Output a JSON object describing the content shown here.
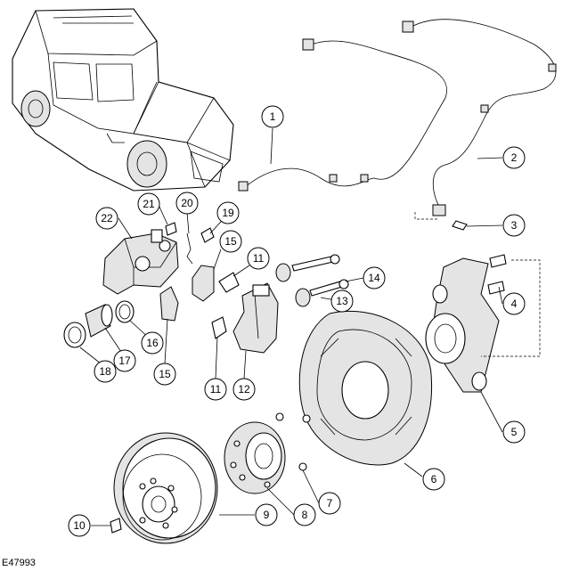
{
  "figure_id": "E47993",
  "callouts": {
    "c1": "1",
    "c2": "2",
    "c3": "3",
    "c4": "4",
    "c5": "5",
    "c6": "6",
    "c7": "7",
    "c8": "8",
    "c9": "9",
    "c10": "10",
    "c11a": "11",
    "c11b": "11",
    "c12": "12",
    "c13": "13",
    "c14": "14",
    "c15a": "15",
    "c15b": "15",
    "c16": "16",
    "c17": "17",
    "c18": "18",
    "c19": "19",
    "c20": "20",
    "c21": "21",
    "c22": "22"
  }
}
